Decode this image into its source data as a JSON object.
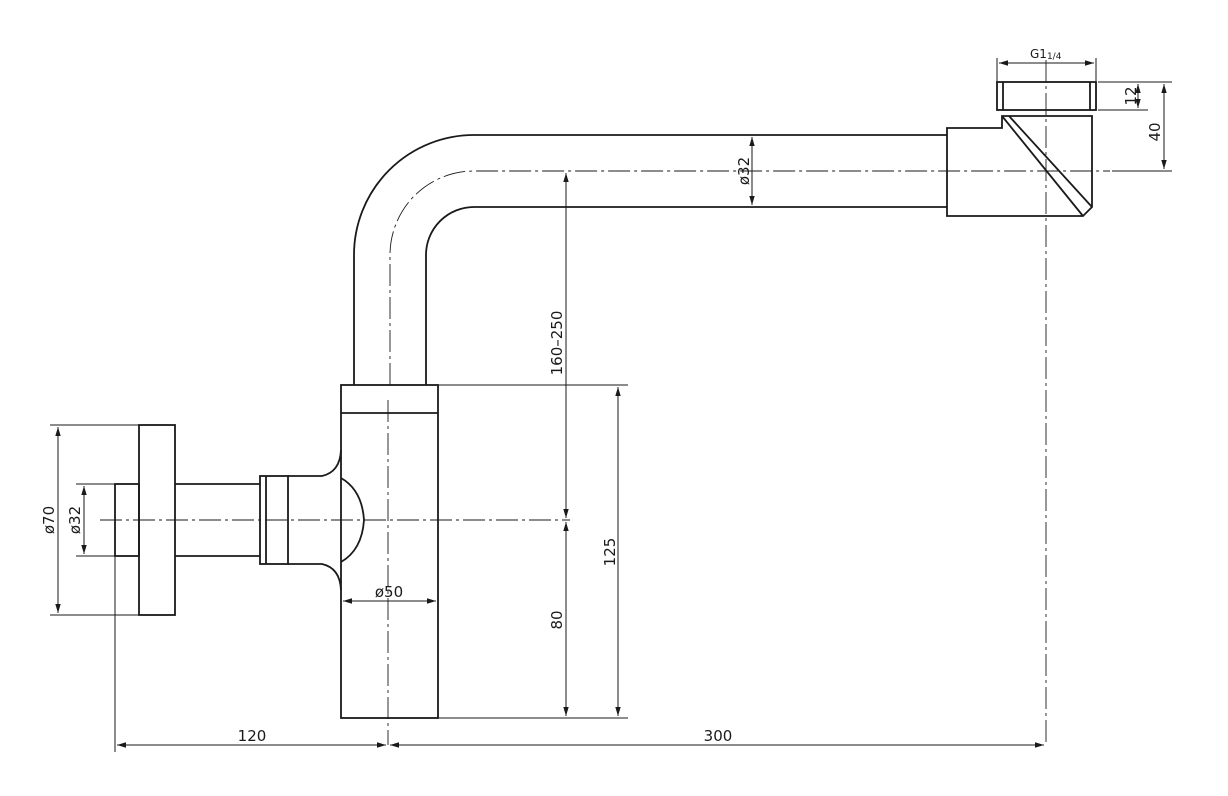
{
  "dimensions": {
    "thread": "G1",
    "thread_fraction": "1/4",
    "nut_height": "12",
    "outlet_height": "40",
    "pipe_diameter": "ø32",
    "height_range": "160–250",
    "body_height": "125",
    "inlet_height": "80",
    "body_diameter": "ø50",
    "flange_diameter": "ø70",
    "wall_pipe_diameter": "ø32",
    "wall_offset": "120",
    "horizontal_length": "300"
  },
  "colors": {
    "ink": "#1a1a1a",
    "background": "#ffffff"
  }
}
